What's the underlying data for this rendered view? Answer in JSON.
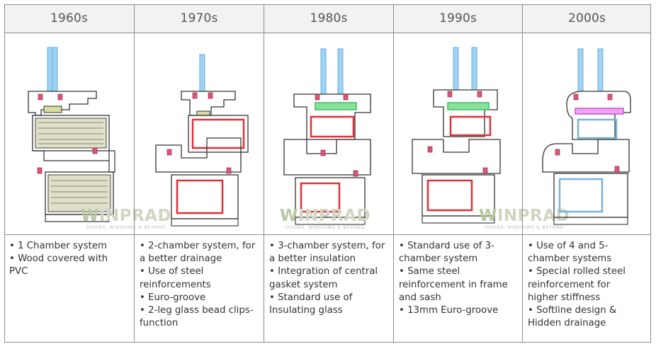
{
  "columns": [
    {
      "decade": "1960s",
      "features": [
        "• 1 Chamber system",
        "• Wood covered with\nPVC"
      ]
    },
    {
      "decade": "1970s",
      "features": [
        "• 2-chamber system, for\na better drainage",
        "• Use of steel\nreinforcements",
        "• Euro-groove",
        "• 2-leg glass bead clips-\nfunction"
      ]
    },
    {
      "decade": "1980s",
      "features": [
        "• 3-chamber system, for\na better insulation",
        "• Integration of central\ngasket system",
        "• Standard use of\nInsulating glass"
      ]
    },
    {
      "decade": "1990s",
      "features": [
        "• Standard use of 3-\nchamber system",
        "• Same steel\nreinforcement in frame\nand sash",
        "• 13mm Euro-groove"
      ]
    },
    {
      "decade": "2000s",
      "features": [
        "• Use of 4 and 5-\nchamber systems",
        "•  Special rolled steel\nreinforcement for\nhigher stiffness",
        "•  Softline design &\nHidden drainage"
      ]
    }
  ],
  "watermark": {
    "logo_mark": "W",
    "logo_text": "INPRAD",
    "tagline": "DOORS, WINDOWS & BEYOND"
  },
  "colors": {
    "glass": "#9fd3f3",
    "gasket": "#e0557a",
    "wood": "#e0dfc8",
    "steel": "#e0303a",
    "central_gasket": "#35c25a",
    "insulating_spacer": "#8a5a20",
    "rolled_steel": "#79b4d6",
    "softline_gasket": "#d84ad8"
  }
}
